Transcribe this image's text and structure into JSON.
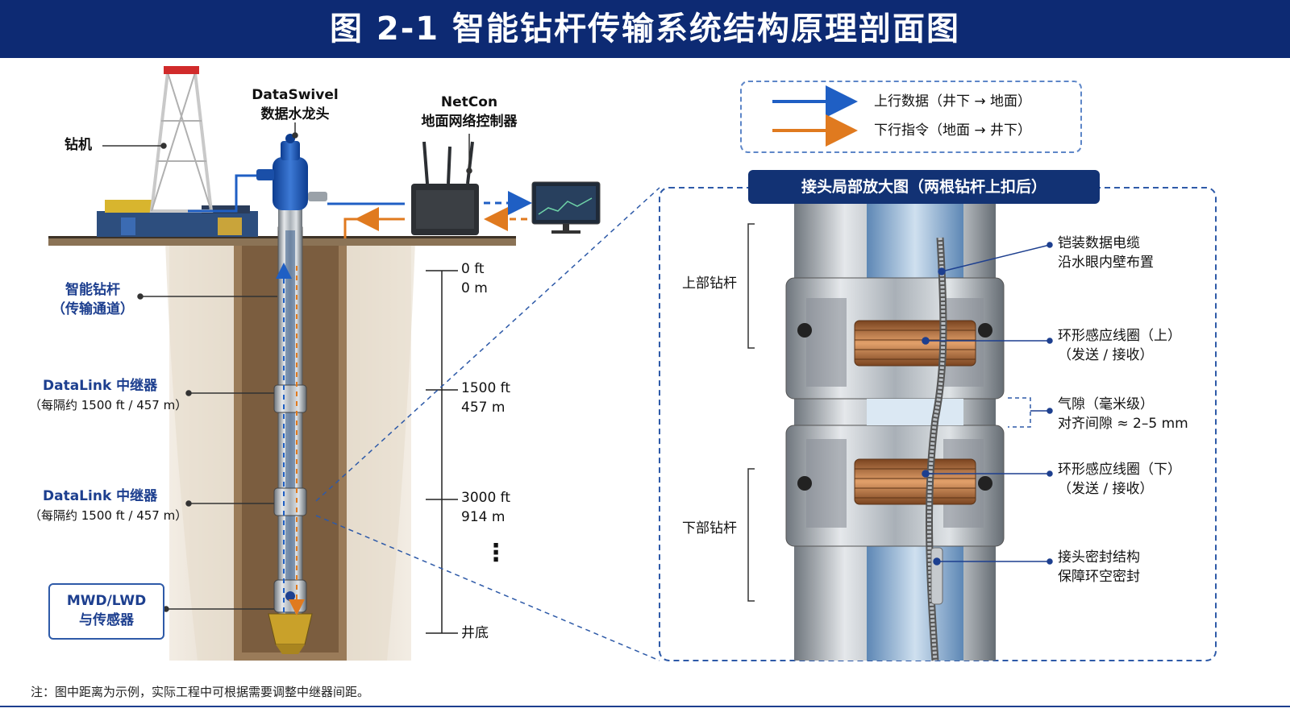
{
  "header": {
    "title": "图 2-1  智能钻杆传输系统结构原理剖面图"
  },
  "left": {
    "rig_label": "钻机",
    "swivel_name": "DataSwivel",
    "swivel_desc": "数据水龙头",
    "netcon_name": "NetCon",
    "netcon_desc": "地面网络控制器",
    "pipe_label_1": "智能钻杆",
    "pipe_label_2": "（传输通道）",
    "repeater_1_name": "DataLink 中继器",
    "repeater_1_desc": "（每隔约 1500 ft / 457 m）",
    "repeater_2_name": "DataLink 中继器",
    "repeater_2_desc": "（每隔约 1500 ft / 457 m）",
    "mwd_1": "MWD/LWD",
    "mwd_2": "与传感器"
  },
  "depth_scale": {
    "ticks": [
      {
        "ft": "0 ft",
        "m": "0 m"
      },
      {
        "ft": "1500 ft",
        "m": "457 m"
      },
      {
        "ft": "3000 ft",
        "m": "914 m"
      }
    ],
    "ellipsis": "⋮",
    "bottom": "井底"
  },
  "legend": {
    "uplink": "上行数据（井下 → 地面）",
    "downlink": "下行指令（地面 → 井下）"
  },
  "zoom": {
    "title": "接头局部放大图（两根钻杆上扣后）",
    "upper_pipe": "上部钻杆",
    "lower_pipe": "下部钻杆",
    "cable_1": "铠装数据电缆",
    "cable_2": "沿水眼内壁布置",
    "coil_up_1": "环形感应线圈（上）",
    "coil_up_2": "（发送 / 接收）",
    "gap_1": "气隙（毫米级）",
    "gap_2": "对齐间隙 ≈ 2–5 mm",
    "coil_down_1": "环形感应线圈（下）",
    "coil_down_2": "（发送 / 接收）",
    "seal_1": "接头密封结构",
    "seal_2": "保障环空密封"
  },
  "footnote": "注：图中距离为示例，实际工程中可根据需要调整中继器间距。",
  "colors": {
    "navy": "#0d2a73",
    "uplink": "#1f5fc4",
    "downlink": "#e07a1f",
    "copper": "#b86f3a",
    "steel": "#9aa1a8"
  }
}
